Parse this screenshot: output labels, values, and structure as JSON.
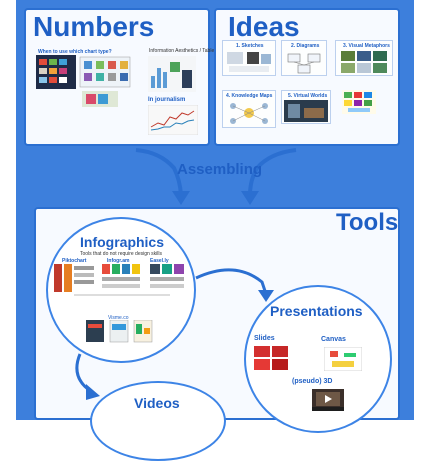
{
  "numbers": {
    "title": "Numbers",
    "when_caption": "When to use which chart type?",
    "hist_caption": "Information Aesthetics / Tableau",
    "journalism": "In journalism"
  },
  "ideas": {
    "title": "Ideas",
    "items": [
      "1. Sketches",
      "2. Diagrams",
      "3. Visual Metaphors",
      "4. Knowledge Maps",
      "5. Virtual Worlds"
    ]
  },
  "assembling": "Assembling",
  "tools": {
    "title": "Tools",
    "infographics": {
      "title": "Infographics",
      "subtitle": "Tools that do not require design skills",
      "columns": [
        "Piktochart",
        "Infogr.am",
        "Easel.ly"
      ],
      "mid_caption": "Visme.co"
    },
    "presentations": {
      "title": "Presentations",
      "slides": "Slides",
      "canvas": "Canvas",
      "pseudo3d": "(pseudo) 3D"
    },
    "videos": {
      "title": "Videos"
    }
  },
  "colors": {
    "accent": "#1f5fc4",
    "frame": "#3d7fdc",
    "circle": "#3d84e6"
  }
}
